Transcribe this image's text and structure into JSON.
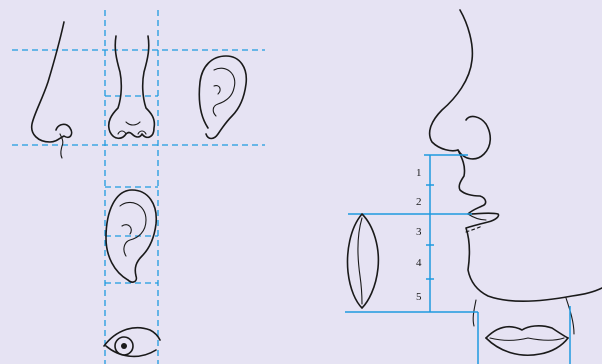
{
  "colors": {
    "background": "#e6e3f3",
    "ink": "#1a1a1a",
    "guide": "#1e9ae0"
  },
  "scale_labels": [
    "1",
    "2",
    "3",
    "4",
    "5"
  ]
}
